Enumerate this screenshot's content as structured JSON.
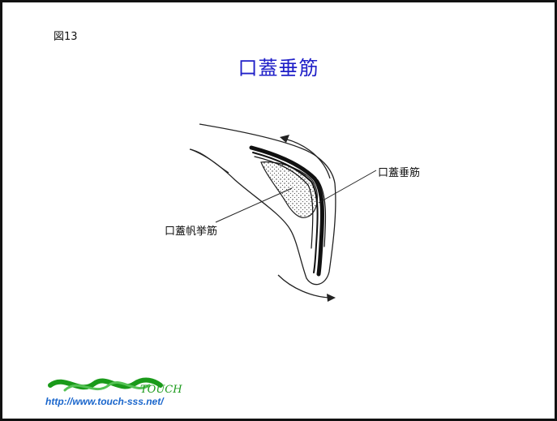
{
  "figure": {
    "number_label": "図13",
    "title": "口蓋垂筋",
    "callouts": {
      "right": "口蓋垂筋",
      "left": "口蓋帆挙筋"
    }
  },
  "footer": {
    "logo_word": "TOUCH",
    "url": "http://www.touch-sss.net/"
  },
  "colors": {
    "title": "#2020c8",
    "logo_green": "#1a9a1a",
    "url_blue": "#1a66cc",
    "border": "#111111"
  }
}
